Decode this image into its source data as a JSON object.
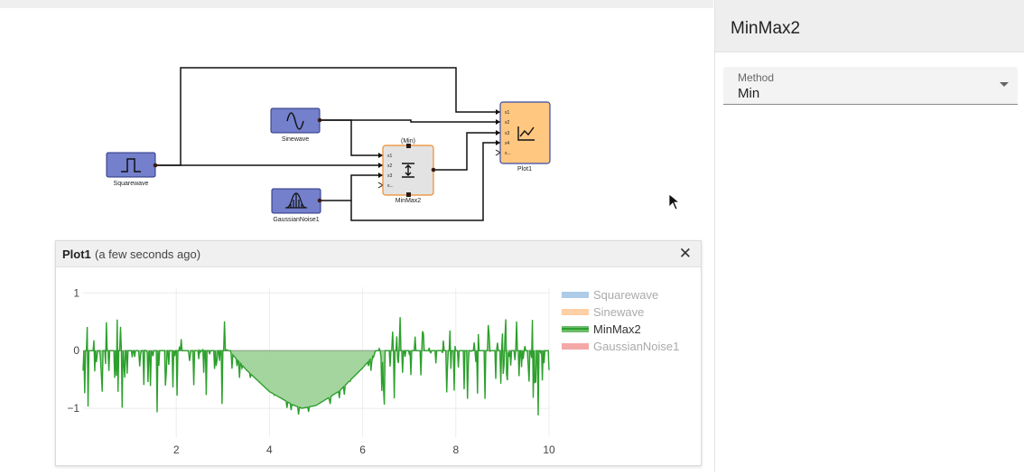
{
  "diagram": {
    "blocks": {
      "squarewave": {
        "label": "Squarewave"
      },
      "sinewave": {
        "label": "Sinewave"
      },
      "gaussian": {
        "label": "GaussianNoise1"
      },
      "minmax": {
        "label": "MinMax2",
        "top_label": "(Min)",
        "ports": [
          "x1",
          "x2",
          "x3",
          "x..."
        ]
      },
      "plot": {
        "label": "Plot1",
        "ports": [
          "x1",
          "x2",
          "x3",
          "x4",
          "x..."
        ]
      }
    }
  },
  "side_panel": {
    "title": "MinMax2",
    "method_field": {
      "label": "Method",
      "value": "Min"
    }
  },
  "plot_panel": {
    "title": "Plot1",
    "subtitle": "(a few seconds ago)",
    "close_glyph": "✕"
  },
  "chart_data": {
    "type": "area",
    "xlim": [
      0,
      10
    ],
    "ylim": [
      -1.5,
      1.1
    ],
    "x_ticks": [
      2,
      4,
      6,
      8,
      10
    ],
    "y_ticks": [
      {
        "value": 1,
        "label": "1"
      },
      {
        "value": 0,
        "label": "0"
      },
      {
        "value": -1,
        "label": "−1"
      }
    ],
    "grid": true,
    "legend_position": "right",
    "series": [
      {
        "name": "Squarewave",
        "color": "#aecbe8",
        "visible": false
      },
      {
        "name": "Sinewave",
        "color": "#ffcfa6",
        "visible": false
      },
      {
        "name": "MinMax2",
        "color": "#2ca02c",
        "visible": true
      },
      {
        "name": "GaussianNoise1",
        "color": "#f4a8a8",
        "visible": false
      }
    ],
    "minmax_signal": {
      "description_points_x": [
        0,
        0.5,
        1.0,
        1.5,
        2.0,
        2.5,
        3.0,
        3.2,
        3.5,
        4.0,
        4.5,
        4.7,
        5.0,
        5.5,
        6.0,
        6.3,
        6.6,
        7.0,
        7.5,
        8.0,
        8.5,
        9.0,
        9.5,
        10.0
      ],
      "envelope_y": [
        0,
        0,
        0,
        0,
        0,
        0,
        0,
        -0.06,
        -0.33,
        -0.71,
        -0.94,
        -1.0,
        -0.95,
        -0.7,
        -0.3,
        -0.02,
        0,
        0,
        0,
        0,
        0,
        0,
        0,
        0
      ],
      "noise_amplitude": 0.55
    }
  }
}
